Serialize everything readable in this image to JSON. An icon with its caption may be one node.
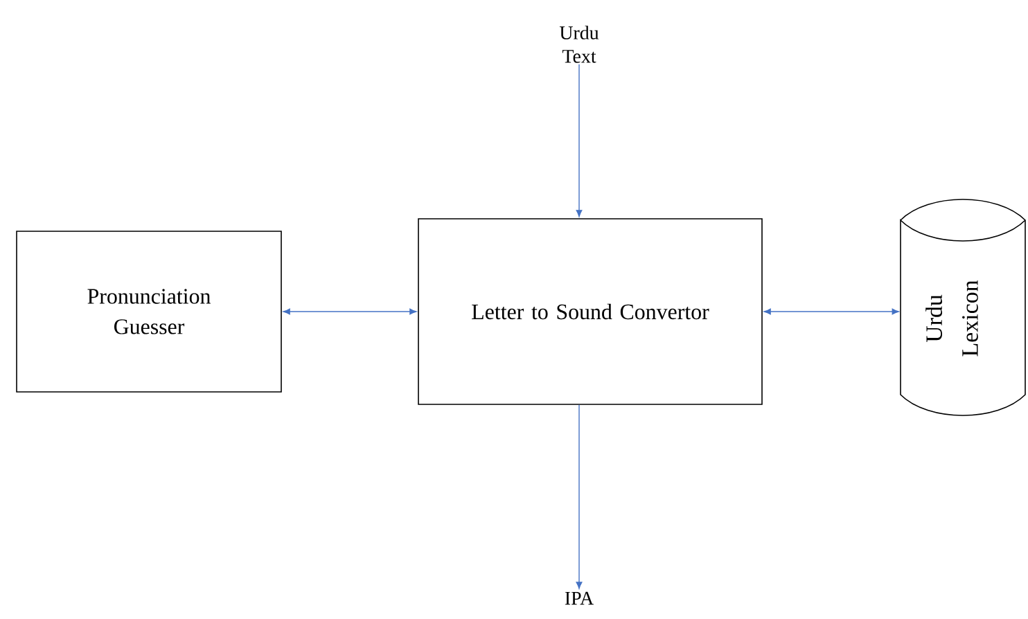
{
  "diagram": {
    "nodes": [
      {
        "text": [
          "Urdu Text"
        ]
      },
      {
        "text": [
          "Pronunciation Guesser"
        ]
      },
      {
        "text": [
          "Letter to Sound Convertor"
        ]
      },
      {
        "text": [
          "Urdu Lexicon"
        ]
      },
      {
        "text": [
          "IPA"
        ]
      }
    ],
    "edges": [
      {
        "from": 0,
        "to": 2,
        "arrow": "to"
      },
      {
        "from": 1,
        "to": 2,
        "arrow": "both"
      },
      {
        "from": 2,
        "to": 3,
        "arrow": "both"
      },
      {
        "from": 2,
        "to": 4,
        "arrow": "to"
      }
    ]
  }
}
